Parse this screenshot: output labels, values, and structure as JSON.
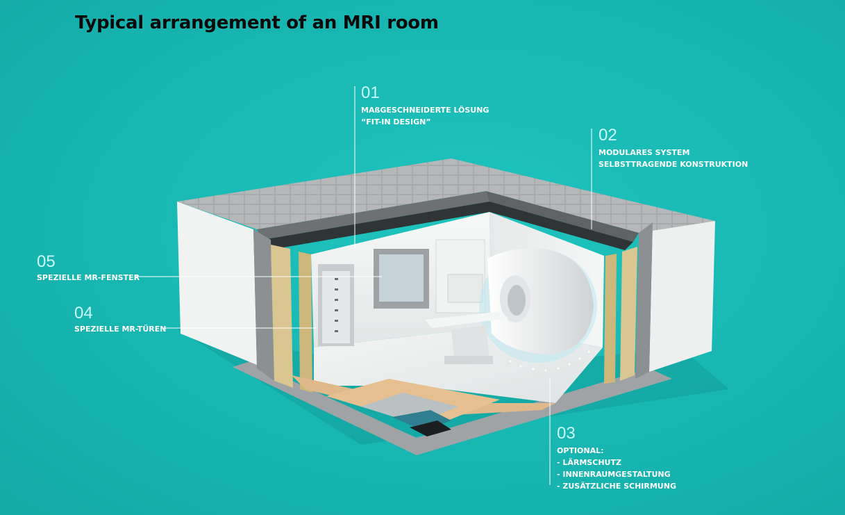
{
  "title": "Typical arrangement of an MRI room",
  "callouts": [
    {
      "num": "01",
      "lines": [
        "MAßGESCHNEIDERTE LÖSUNG",
        "“FIT-IN DESIGN”"
      ]
    },
    {
      "num": "02",
      "lines": [
        "MODULARES SYSTEM",
        "SELBSTTRAGENDE KONSTRUKTION"
      ]
    },
    {
      "num": "03",
      "lines": [
        "OPTIONAL:",
        "- LÄRMSCHUTZ",
        "- INNENRAUMGESTALTUNG",
        "- ZUSÄTZLICHE SCHIRMUNG"
      ]
    },
    {
      "num": "04",
      "lines": [
        "SPEZIELLE MR-TÜREN"
      ]
    },
    {
      "num": "05",
      "lines": [
        "SPEZIELLE MR-FENSTER"
      ]
    }
  ],
  "colors": {
    "background": "#19b9b4",
    "callout_number": "#c9fbf8",
    "callout_text": "#ffffff",
    "title": "#0a0a0a"
  }
}
